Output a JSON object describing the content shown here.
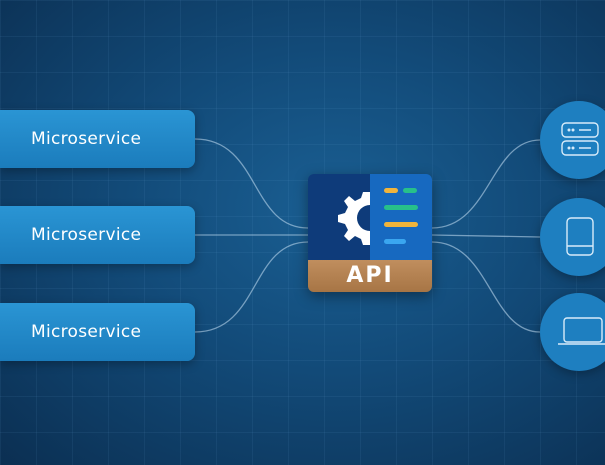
{
  "services": [
    {
      "label": "Microservice"
    },
    {
      "label": "Microservice"
    },
    {
      "label": "Microservice"
    }
  ],
  "gateway": {
    "label": "API",
    "icon": "gear-icon"
  },
  "clients": [
    {
      "icon": "server-icon"
    },
    {
      "icon": "tablet-icon"
    },
    {
      "icon": "laptop-icon"
    }
  ],
  "colors": {
    "bar_yellow": "#f0b43c",
    "bar_green": "#27c08a",
    "bar_blue": "#3aa6f0"
  }
}
